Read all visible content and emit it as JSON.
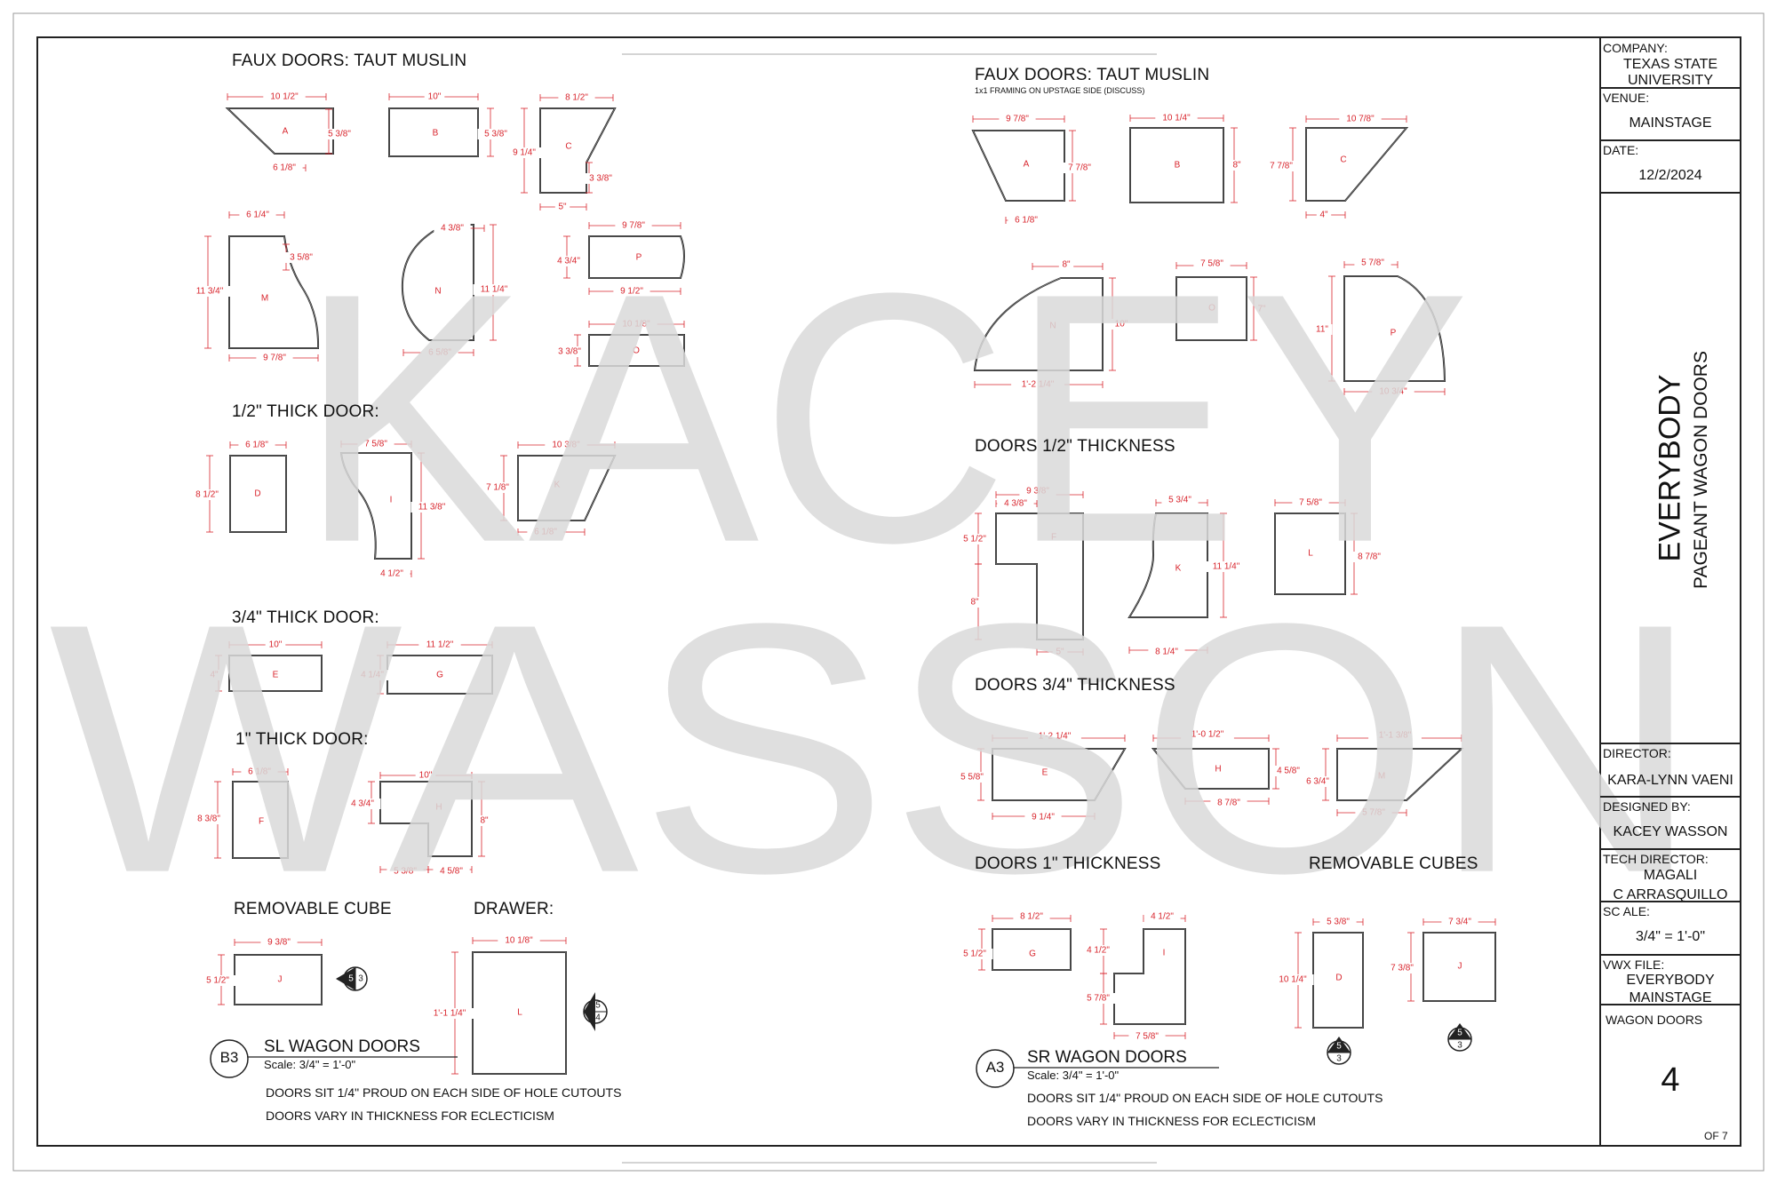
{
  "watermark": {
    "line1": "KACEY",
    "line2": "WASSON"
  },
  "left": {
    "sections": {
      "faux": "FAUX DOORS: TAUT MUSLIN",
      "half": "1/2\" THICK DOOR:",
      "threeq": "3/4\" THICK DOOR:",
      "one": "1\" THICK DOOR:",
      "cube": "REMOVABLE CUBE",
      "drawer": "DRAWER:"
    },
    "tag": "B3",
    "title": "SL WAGON DOORS",
    "scale": "Scale: 3/4\" = 1'-0\"",
    "notes": [
      "DOORS SIT 1/4\" PROUD ON EACH SIDE OF HOLE CUTOUTS",
      "DOORS VARY IN THICKNESS FOR ECLECTICISM"
    ],
    "markers": [
      {
        "top": "5",
        "bottom": "3"
      },
      {
        "top": "5",
        "bottom": "4"
      }
    ]
  },
  "right": {
    "sections": {
      "faux": "FAUX DOORS: TAUT MUSLIN",
      "faux_note": "1x1 FRAMING ON UPSTAGE SIDE (DISCUSS)",
      "half": "DOORS 1/2\" THICKNESS",
      "threeq": "DOORS 3/4\" THICKNESS",
      "one": "DOORS 1\" THICKNESS",
      "cubes": "REMOVABLE CUBES"
    },
    "tag": "A3",
    "title": "SR WAGON DOORS",
    "scale": "Scale: 3/4\" = 1'-0\"",
    "notes": [
      "DOORS SIT 1/4\" PROUD ON EACH SIDE OF HOLE CUTOUTS",
      "DOORS VARY IN THICKNESS FOR ECLECTICISM"
    ],
    "markers": [
      {
        "top": "5",
        "bottom": "3"
      },
      {
        "top": "5",
        "bottom": "3"
      }
    ]
  },
  "title_block": {
    "company_label": "COMPANY:",
    "company": [
      "TEXAS STATE",
      "UNIVERSITY"
    ],
    "venue_label": "VENUE:",
    "venue": "MAINSTAGE",
    "date_label": "DATE:",
    "date": "12/2/2024",
    "show": "EVERYBODY",
    "drawing": "PAGEANT WAGON DOORS",
    "director_label": "DIRECTOR:",
    "director": "KARA-LYNN VAENI",
    "designer_label": "DESIGNED BY:",
    "designer": "KACEY WASSON",
    "td_label": "TECH DIRECTOR:",
    "td": [
      "MAGALI",
      "C ARRASQUILLO"
    ],
    "scale_label": "SC ALE:",
    "scale": "3/4\" = 1'-0\"",
    "vwx_label": "VWX FILE:",
    "vwx": [
      "EVERYBODY",
      "MAINSTAGE"
    ],
    "sheet_name": "WAGON DOORS",
    "sheet_num": "4",
    "sheet_of": "OF 7"
  },
  "pieces": [
    {
      "letter": "A",
      "dims": [
        "10 1/2\"",
        "5 3/8\"",
        "6 1/8\""
      ]
    },
    {
      "letter": "B",
      "dims": [
        "10\"",
        "5 3/8\""
      ]
    },
    {
      "letter": "C",
      "dims": [
        "8 1/2\"",
        "9 1/4\"",
        "3 3/8\"",
        "5\""
      ]
    },
    {
      "letter": "M",
      "dims": [
        "6 1/4\"",
        "11 3/4\"",
        "3 5/8\"",
        "9 7/8\""
      ]
    },
    {
      "letter": "N",
      "dims": [
        "4 3/8\"",
        "11 1/4\"",
        "6 5/8\""
      ]
    },
    {
      "letter": "P",
      "dims": [
        "9 7/8\"",
        "4 3/4\"",
        "9 1/2\""
      ]
    },
    {
      "letter": "O",
      "dims": [
        "10 1/8\"",
        "3 3/8\""
      ]
    },
    {
      "letter": "D",
      "dims": [
        "6 1/8\"",
        "8 1/2\""
      ]
    },
    {
      "letter": "I",
      "dims": [
        "7 5/8\"",
        "11 3/8\"",
        "4 1/2\""
      ]
    },
    {
      "letter": "K",
      "dims": [
        "10 3/8\"",
        "7 1/8\"",
        "6 1/8\""
      ]
    },
    {
      "letter": "E",
      "dims": [
        "10\"",
        "4\""
      ]
    },
    {
      "letter": "G",
      "dims": [
        "11 1/2\"",
        "4 1/4\""
      ]
    },
    {
      "letter": "F",
      "dims": [
        "6 1/8\"",
        "8 3/8\""
      ]
    },
    {
      "letter": "H",
      "dims": [
        "10\"",
        "4 3/4\"",
        "8\"",
        "5 3/8\"",
        "4 5/8\""
      ]
    },
    {
      "letter": "J",
      "dims": [
        "9 3/8\"",
        "5 1/2\""
      ]
    },
    {
      "letter": "L",
      "dims": [
        "10 1/8\"",
        "1'-1 1/4\""
      ]
    },
    {
      "letter": "A",
      "dims": [
        "9 7/8\"",
        "7 7/8\"",
        "6 1/8\""
      ]
    },
    {
      "letter": "B",
      "dims": [
        "10 1/4\"",
        "8\""
      ]
    },
    {
      "letter": "C",
      "dims": [
        "10 7/8\"",
        "7 7/8\"",
        "4\""
      ]
    },
    {
      "letter": "N",
      "dims": [
        "8\"",
        "10\"",
        "1'-2 1/4\""
      ]
    },
    {
      "letter": "O",
      "dims": [
        "7 5/8\"",
        "7\""
      ]
    },
    {
      "letter": "P",
      "dims": [
        "5 7/8\"",
        "11\"",
        "10 3/4\""
      ]
    },
    {
      "letter": "F",
      "dims": [
        "9 3/8\"",
        "4 3/8\"",
        "5 1/2\"",
        "8\"",
        "5\""
      ]
    },
    {
      "letter": "K",
      "dims": [
        "5 3/4\"",
        "11 1/4\"",
        "8 1/4\""
      ]
    },
    {
      "letter": "L",
      "dims": [
        "7 5/8\"",
        "8 7/8\""
      ]
    },
    {
      "letter": "E",
      "dims": [
        "1'-2 1/4\"",
        "5 5/8\"",
        "9 1/4\""
      ]
    },
    {
      "letter": "H",
      "dims": [
        "1'-0 1/2\"",
        "4 5/8\"",
        "8 7/8\""
      ]
    },
    {
      "letter": "M",
      "dims": [
        "1'-1 3/8\"",
        "6 3/4\"",
        "5 7/8\""
      ]
    },
    {
      "letter": "G",
      "dims": [
        "8 1/2\"",
        "5 1/2\""
      ]
    },
    {
      "letter": "I",
      "dims": [
        "4 1/2\"",
        "4 1/2\"",
        "5 7/8\"",
        "7 5/8\""
      ]
    },
    {
      "letter": "D",
      "dims": [
        "5 3/8\"",
        "10 1/4\""
      ]
    },
    {
      "letter": "J",
      "dims": [
        "7 3/4\"",
        "7 3/8\""
      ]
    }
  ]
}
